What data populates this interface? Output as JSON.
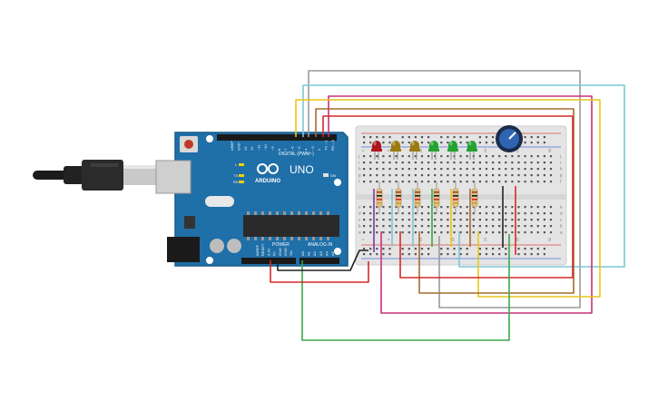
{
  "arduino": {
    "brand": "ARDUINO",
    "model": "UNO",
    "digital_header": "DIGITAL (PWM~)",
    "power_header": "POWER",
    "analog_header": "ANALOG IN",
    "on_label": "ON",
    "tx_label": "TX",
    "rx_label": "RX",
    "l_label": "L",
    "digital_pins": [
      "AREF",
      "GND",
      "13",
      "12",
      "~11",
      "~10",
      "~9",
      "8",
      "7",
      "~6",
      "~5",
      "4",
      "~3",
      "2",
      "TX→1",
      "RX←0"
    ],
    "power_pins": [
      "IOREF",
      "RESET",
      "3.3V",
      "5V",
      "GND",
      "GND",
      "Vin"
    ],
    "analog_pins": [
      "A0",
      "A1",
      "A2",
      "A3",
      "A4",
      "A5"
    ]
  },
  "breadboard": {
    "row_letters_top": [
      "j",
      "i",
      "h",
      "g",
      "f"
    ],
    "row_letters_bottom": [
      "e",
      "d",
      "c",
      "b",
      "a"
    ],
    "column_numbers": [
      "1",
      "5",
      "10",
      "15",
      "20",
      "25",
      "30"
    ]
  },
  "leds": [
    {
      "color": "#b0151b"
    },
    {
      "color": "#9a7a10"
    },
    {
      "color": "#9a7a10"
    },
    {
      "color": "#22a32f"
    },
    {
      "color": "#22a32f"
    },
    {
      "color": "#22a32f"
    }
  ],
  "wire_colors": {
    "gray": "#9a9a9a",
    "cyan": "#7cc7d6",
    "magenta": "#c8307a",
    "yellow": "#e6c619",
    "brown": "#a66b2f",
    "red": "#d42a2a",
    "green": "#3aa84a",
    "black": "#222222",
    "purple": "#7a3aa0"
  }
}
